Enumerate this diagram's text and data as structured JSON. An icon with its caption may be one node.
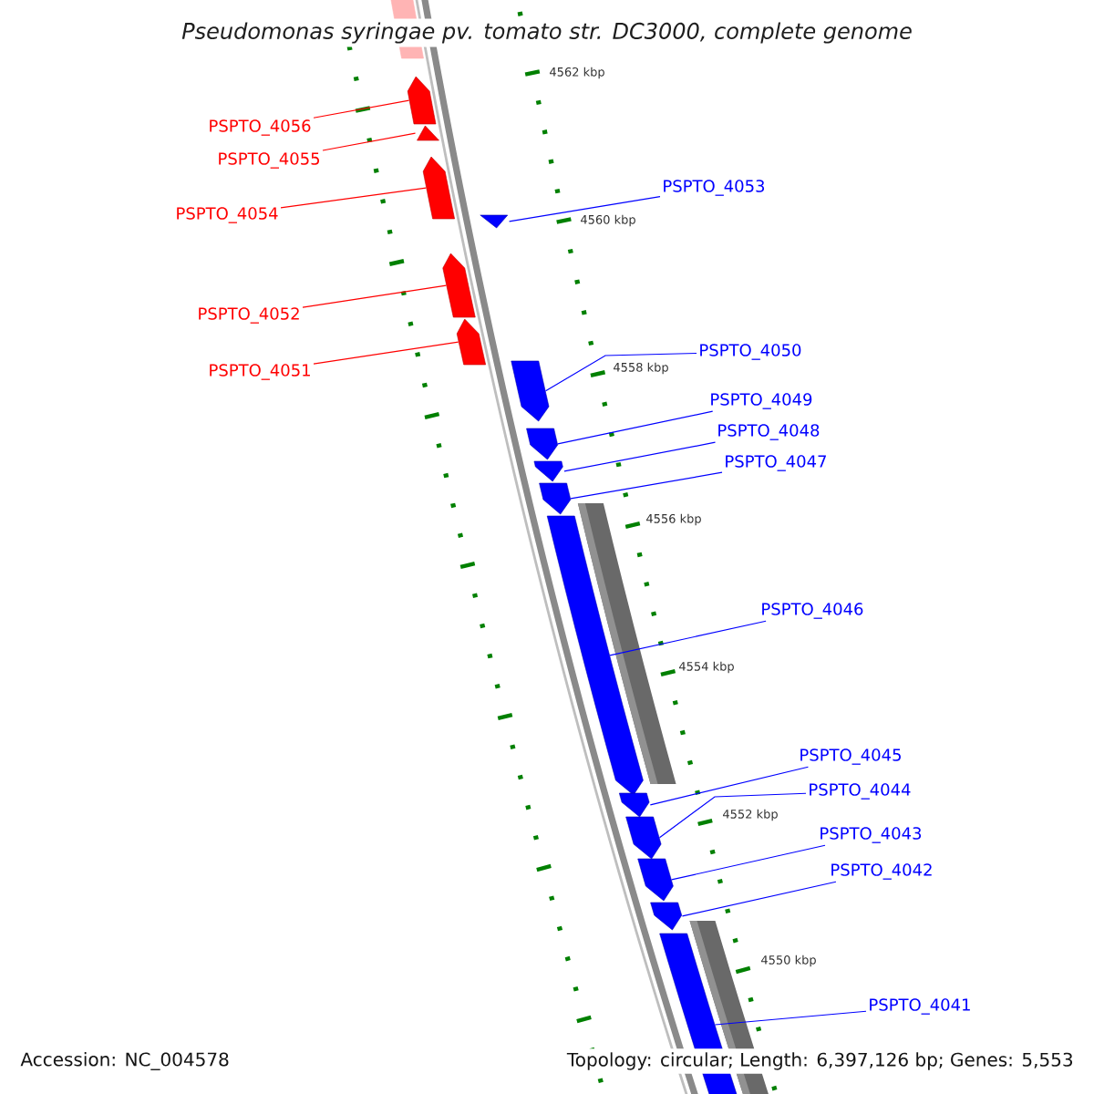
{
  "diagram": {
    "title": "Pseudomonas syringae pv. tomato str. DC3000, complete genome",
    "nodes": [
      {
        "text": [
          "PSPTO_4056"
        ]
      },
      {
        "text": [
          "PSPTO_4055"
        ]
      },
      {
        "text": [
          "PSPTO_4054"
        ]
      },
      {
        "text": [
          "PSPTO_4052"
        ]
      },
      {
        "text": [
          "PSPTO_4051"
        ]
      },
      {
        "text": [
          "PSPTO_4053"
        ]
      },
      {
        "text": [
          "PSPTO_4050"
        ]
      },
      {
        "text": [
          "PSPTO_4049"
        ]
      },
      {
        "text": [
          "PSPTO_4048"
        ]
      },
      {
        "text": [
          "PSPTO_4047"
        ]
      },
      {
        "text": [
          "PSPTO_4046"
        ]
      },
      {
        "text": [
          "PSPTO_4045"
        ]
      },
      {
        "text": [
          "PSPTO_4044"
        ]
      },
      {
        "text": [
          "PSPTO_4043"
        ]
      },
      {
        "text": [
          "PSPTO_4042"
        ]
      },
      {
        "text": [
          "PSPTO_4041"
        ]
      },
      {
        "text": [],
        "shape": "arrow"
      },
      {
        "text": [],
        "shape": "arrow"
      },
      {
        "text": [],
        "shape": "arrow"
      },
      {
        "text": [],
        "shape": "arrow"
      },
      {
        "text": [],
        "shape": "arrow"
      },
      {
        "text": [],
        "shape": "arrow"
      },
      {
        "text": [],
        "shape": "arrow"
      },
      {
        "text": [],
        "shape": "arrow"
      },
      {
        "text": [],
        "shape": "arrow"
      },
      {
        "text": [],
        "shape": "arrow"
      },
      {
        "text": [],
        "shape": "arrow"
      },
      {
        "text": [],
        "shape": "arrow"
      },
      {
        "text": [],
        "shape": "arrow"
      },
      {
        "text": [],
        "shape": "arrow"
      },
      {
        "text": [],
        "shape": "arrow"
      },
      {
        "text": [],
        "shape": "arrow"
      },
      {
        "text": [],
        "shape": "arrow"
      }
    ],
    "edges": [
      {
        "from": 0,
        "to": 17,
        "arrow": "none",
        "color": "#ff0000"
      },
      {
        "from": 1,
        "to": 18,
        "arrow": "none",
        "color": "#ff0000"
      },
      {
        "from": 2,
        "to": 19,
        "arrow": "none",
        "color": "#ff0000"
      },
      {
        "from": 3,
        "to": 21,
        "arrow": "none",
        "color": "#ff0000"
      },
      {
        "from": 4,
        "to": 22,
        "arrow": "none",
        "color": "#ff0000"
      },
      {
        "from": 5,
        "to": 20,
        "arrow": "none"
      },
      {
        "from": 6,
        "to": 23,
        "arrow": "none"
      },
      {
        "from": 7,
        "to": 24,
        "arrow": "none"
      },
      {
        "from": 8,
        "to": 25,
        "arrow": "none"
      },
      {
        "from": 9,
        "to": 26,
        "arrow": "none"
      },
      {
        "from": 10,
        "to": 27,
        "arrow": "none"
      },
      {
        "from": 11,
        "to": 28,
        "arrow": "none"
      },
      {
        "from": 12,
        "to": 29,
        "arrow": "none"
      },
      {
        "from": 13,
        "to": 30,
        "arrow": "none"
      },
      {
        "from": 14,
        "to": 31,
        "arrow": "none"
      },
      {
        "from": 15,
        "to": 32,
        "arrow": "none"
      }
    ],
    "labels": [
      "4562 kbp",
      "4560 kbp",
      "4558 kbp",
      "4556 kbp",
      "4554 kbp",
      "4552 kbp",
      "4550 kbp",
      "Accession: NC_004578",
      "Topology: circular; Length: 6,397,126 bp; Genes: 5,553"
    ]
  }
}
